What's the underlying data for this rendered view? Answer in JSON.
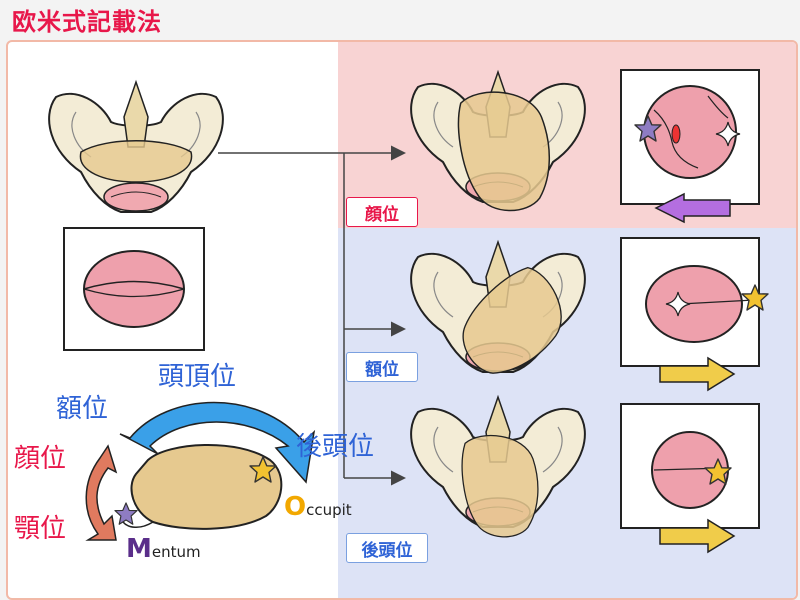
{
  "title": "欧米式記載法",
  "labels": {
    "face": "顔位",
    "brow": "額位",
    "occiput_pos": "後頭位"
  },
  "head_labels": {
    "vertex": "頭頂位",
    "brow": "額位",
    "face": "顔位",
    "chin": "顎位",
    "occiput": "後頭位"
  },
  "occiput": {
    "initial": "O",
    "rest": "ccupit"
  },
  "mentum": {
    "initial": "M",
    "rest": "entum"
  },
  "colors": {
    "title": "#e8174a",
    "face_label": "#e8174a",
    "blue_label": "#2f63d6",
    "blue_arrow": "#3aa0e8",
    "orange_arrow": "#e07a5f",
    "purple_arrow": "#b46ee0",
    "yellow_arrow": "#f0cc4a",
    "star_yellow": "#f2c230",
    "star_purple": "#8e7cc3"
  }
}
